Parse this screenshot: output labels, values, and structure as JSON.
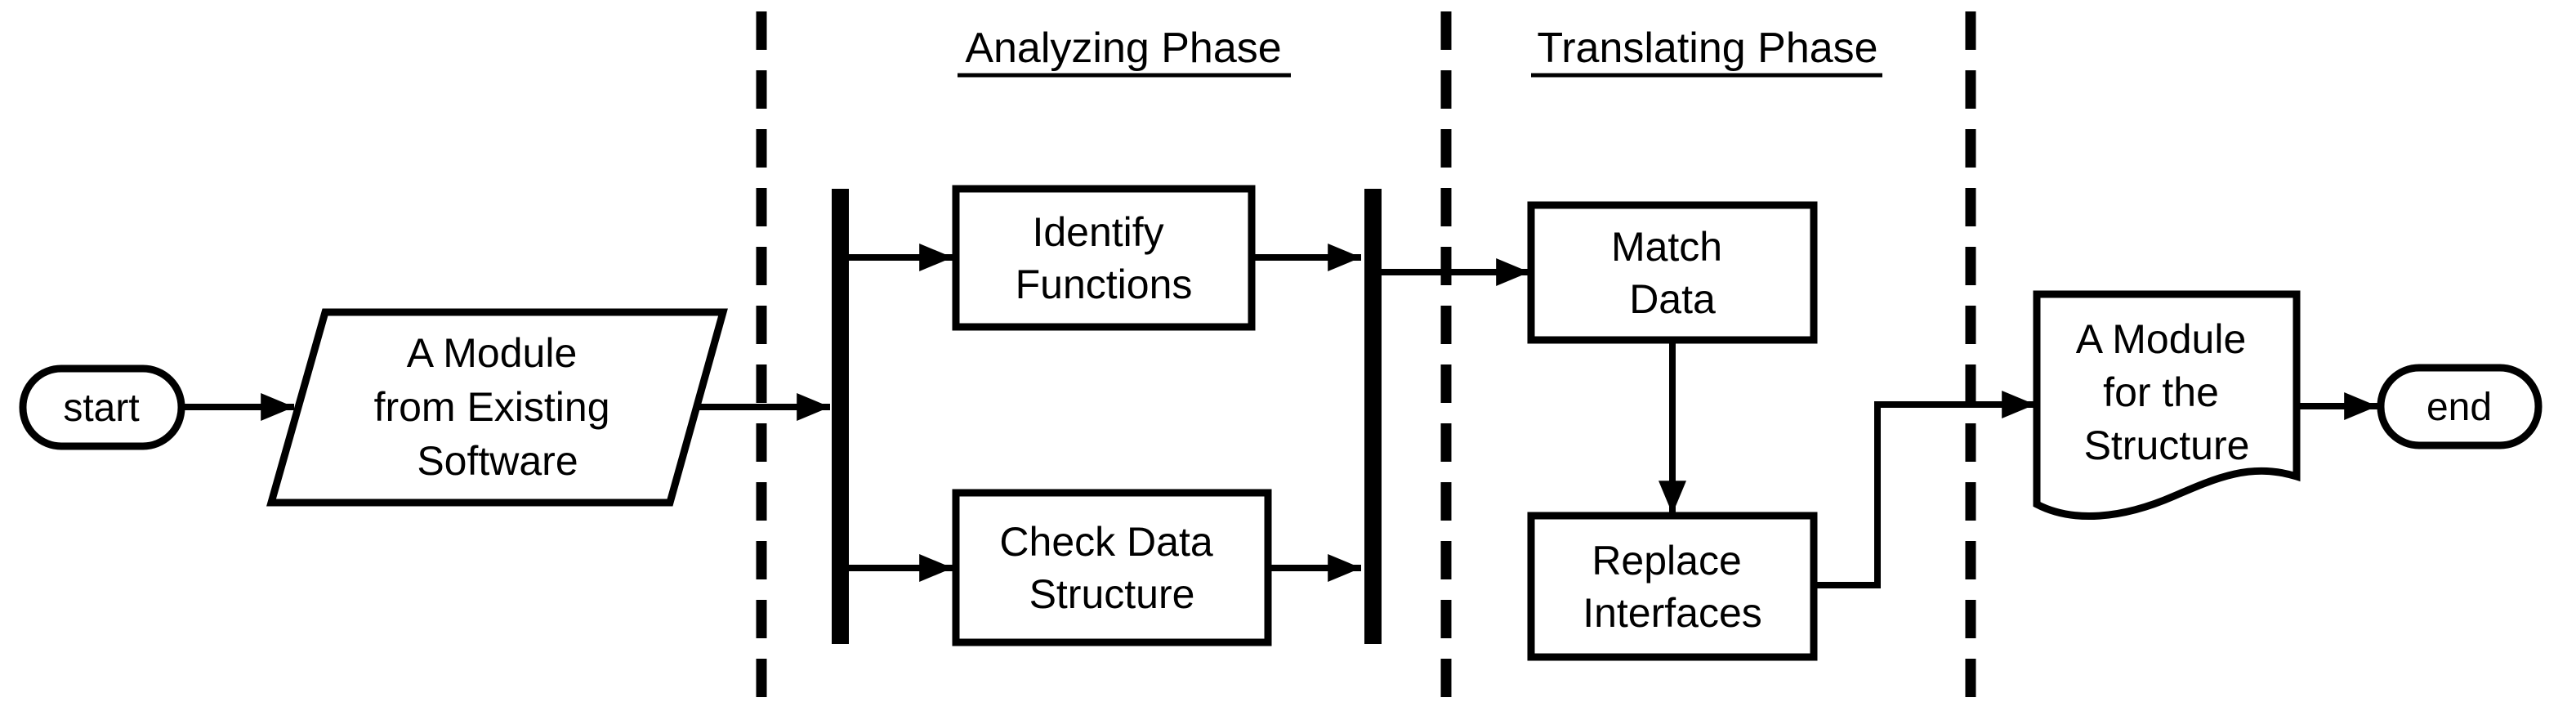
{
  "diagram": {
    "background_color": "#ffffff",
    "ink_color": "#000000",
    "phases": {
      "analyzing": {
        "label": "Analyzing Phase"
      },
      "translating": {
        "label": "Translating Phase"
      }
    },
    "nodes": {
      "start": {
        "shape": "terminator",
        "label": "start"
      },
      "module_from_existing": {
        "shape": "parallelogram",
        "lines": [
          "A Module",
          "from Existing",
          "Software"
        ]
      },
      "identify_functions": {
        "shape": "process",
        "lines": [
          "Identify",
          "Functions"
        ]
      },
      "check_data_structure": {
        "shape": "process",
        "lines": [
          "Check Data",
          "Structure"
        ]
      },
      "match_data": {
        "shape": "process",
        "lines": [
          "Match",
          "Data"
        ]
      },
      "replace_interfaces": {
        "shape": "process",
        "lines": [
          "Replace",
          "Interfaces"
        ]
      },
      "module_for_structure": {
        "shape": "document",
        "lines": [
          "A Module",
          "for the",
          "Structure"
        ]
      },
      "end": {
        "shape": "terminator",
        "label": "end"
      }
    }
  }
}
